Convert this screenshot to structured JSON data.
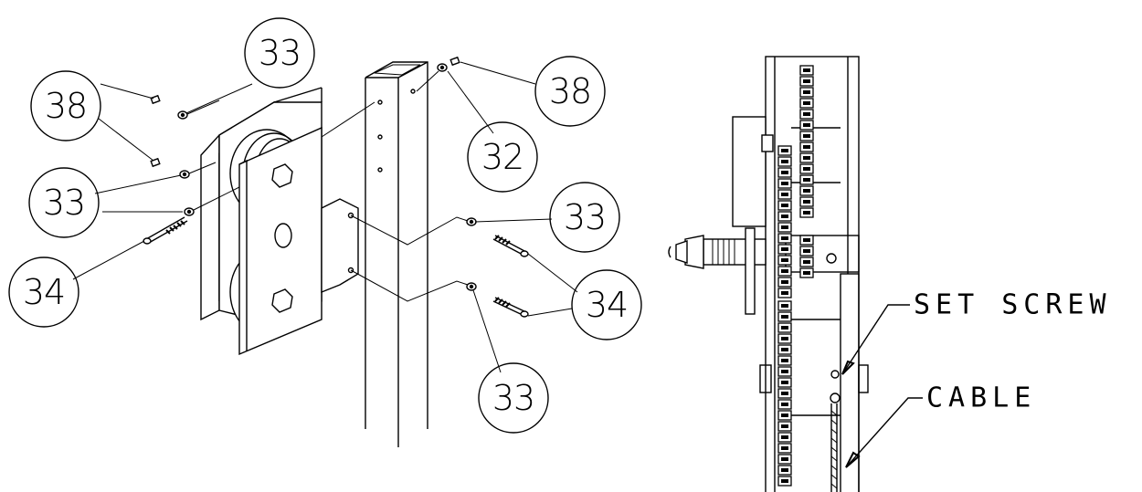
{
  "callouts": {
    "c38_left": "38",
    "c33_top": "33",
    "c33_left": "33",
    "c34_left": "34",
    "c38_right": "38",
    "c32": "32",
    "c33_right_top": "33",
    "c34_right": "34",
    "c33_right_bottom": "33"
  },
  "labels": {
    "set_screw": "SET SCREW",
    "cable": "CABLE"
  }
}
